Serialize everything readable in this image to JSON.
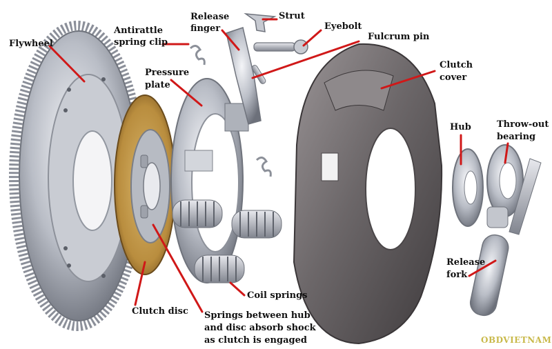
{
  "labels": {
    "flywheel": "Flywheel",
    "antirattle_1": "Antirattle",
    "antirattle_2": "spring clip",
    "release_finger_1": "Release",
    "release_finger_2": "finger",
    "strut": "Strut",
    "eyebolt": "Eyebolt",
    "fulcrum_pin": "Fulcrum pin",
    "pressure_plate_1": "Pressure",
    "pressure_plate_2": "plate",
    "clutch_cover_1": "Clutch",
    "clutch_cover_2": "cover",
    "hub": "Hub",
    "throwout_1": "Throw-out",
    "throwout_2": "bearing",
    "release_fork_1": "Release",
    "release_fork_2": "fork",
    "coil_springs": "Coil springs",
    "clutch_disc": "Clutch disc",
    "springs_1": "Springs between hub",
    "springs_2": "and disc absorb shock",
    "springs_3": "as clutch is engaged"
  },
  "watermark": "OBDVIETNAM",
  "colors": {
    "leader": "#d01818",
    "metal": "#b8bcc4",
    "friction": "#c9a255",
    "cover": "#6e6a6c"
  }
}
